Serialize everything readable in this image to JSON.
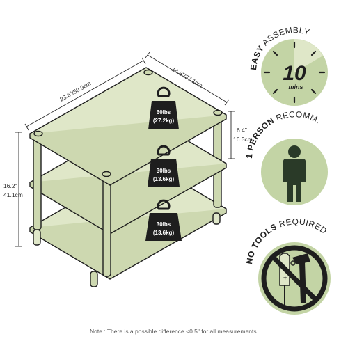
{
  "colors": {
    "shelf_fill": "#dfe7c8",
    "shelf_stroke": "#1e1e1e",
    "badge_fill": "#c3d4a5",
    "badge_dark": "#1e1e1e",
    "icon_fill": "#2a3a28",
    "weight_fill": "#1e1e1e"
  },
  "dimensions": {
    "width_in": "23.6\"",
    "width_cm": "/59.9cm",
    "depth_in": "14.6\"",
    "depth_cm": "/37.1cm",
    "height_in": "16.2\"",
    "height_cm": "41.1cm",
    "gap_in": "6.4\"",
    "gap_cm": "16.3cm"
  },
  "weights": {
    "top_lbs": "60lbs",
    "top_kg": "(27.2kg)",
    "middle_lbs": "30lbs",
    "middle_kg": "(13.6kg)",
    "bottom_lbs": "30lbs",
    "bottom_kg": "(13.6kg)"
  },
  "badges": {
    "assembly_bold": "EASY",
    "assembly_rest": " ASSEMBLY",
    "assembly_value": "10",
    "assembly_unit": "mins",
    "person_bold": "1 PERSON",
    "person_rest": " RECOMM.",
    "tools_bold": "NO TOOLS",
    "tools_rest": " REQUIRED"
  },
  "icons": {
    "clock": "clock-icon",
    "person": "person-icon",
    "tools": "screwdriver-hammer-icon",
    "prohibited": "prohibited-icon",
    "weight": "kettlebell-weight-icon"
  },
  "note": "Note : There is a possible difference <0.5\" for all measurements."
}
